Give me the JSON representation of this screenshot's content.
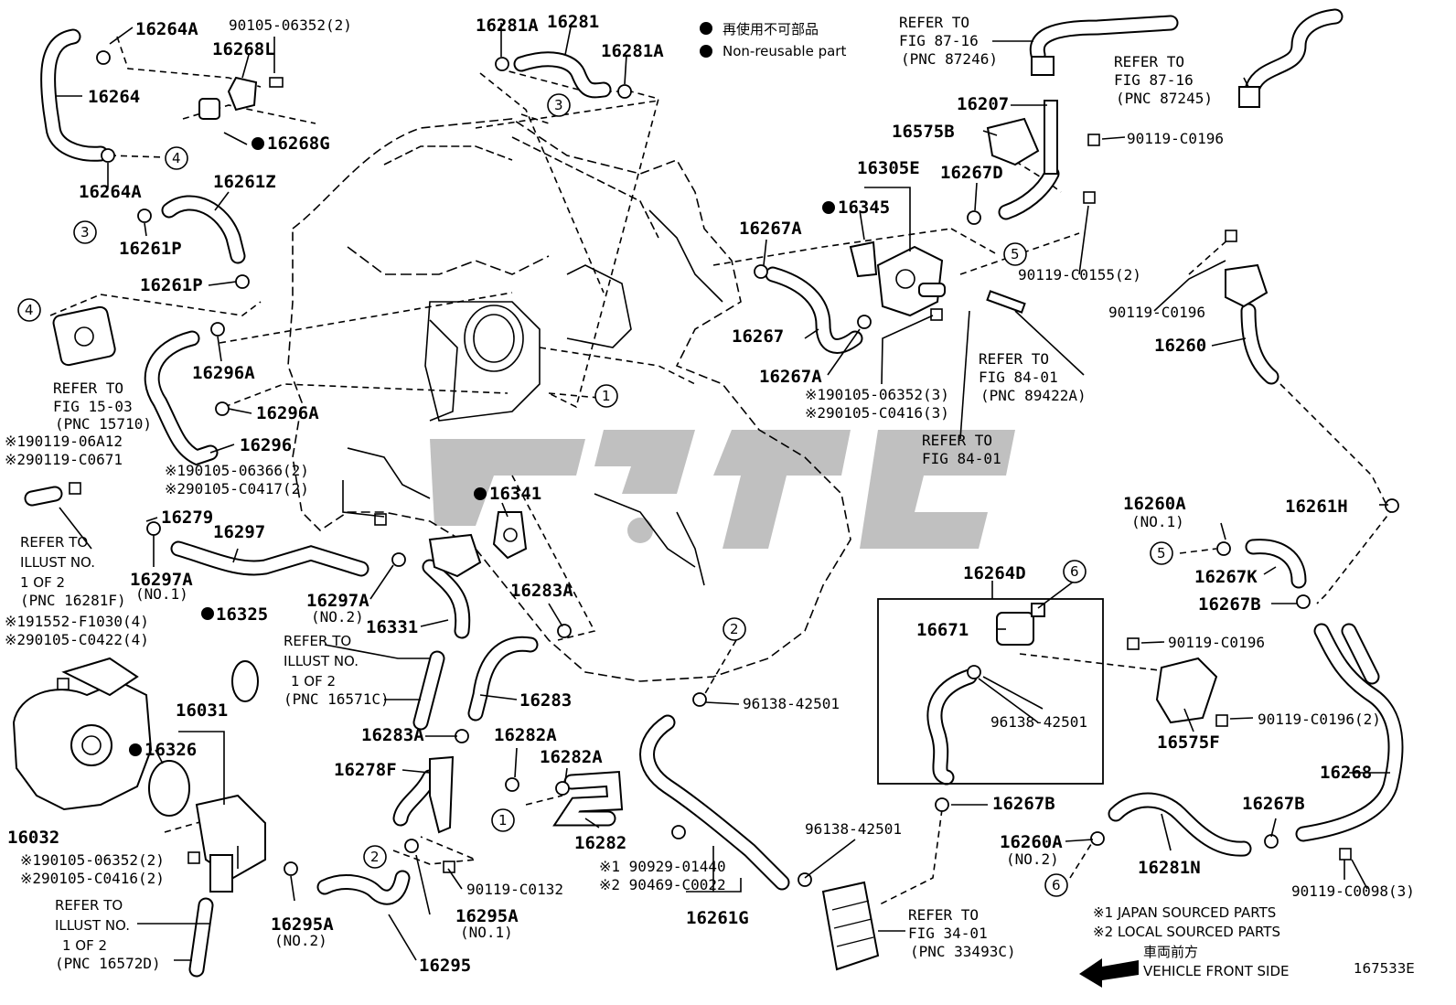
{
  "legend": {
    "non_reusable_jp": "再使用不可部品",
    "non_reusable_en": "Non-reusable part",
    "note1": "※1 JAPAN SOURCED PARTS",
    "note2": "※2 LOCAL SOURCED PARTS",
    "front_jp": "車両前方",
    "front_en": "VEHICLE FRONT SIDE",
    "figure_id": "167533E"
  },
  "watermark": {
    "color": "#8c8c8c"
  },
  "labels": {
    "l16264A_top": "16264A",
    "l90105_06352_2": "90105-06352(2)",
    "l16268L": "16268L",
    "l16264": "16264",
    "l16268G": "16268G",
    "l16264A_bot": "16264A",
    "l16261Z": "16261Z",
    "l16261P_a": "16261P",
    "l16261P_b": "16261P",
    "l16296A_a": "16296A",
    "l16296A_b": "16296A",
    "l16296": "16296",
    "l16279": "16279",
    "l16297": "16297",
    "l16297A_1": "16297A",
    "l16297A_1_sub": "(NO.1)",
    "l16297A_2": "16297A",
    "l16297A_2_sub": "(NO.2)",
    "l16325": "16325",
    "l16331": "16331",
    "l16341": "16341",
    "l16283A_a": "16283A",
    "l16283": "16283",
    "l16283A_b": "16283A",
    "l16282A_a": "16282A",
    "l16282A_b": "16282A",
    "l16278F": "16278F",
    "l16282": "16282",
    "l16031": "16031",
    "l16326": "16326",
    "l16032": "16032",
    "l16295A_2": "16295A",
    "l16295A_2_sub": "(NO.2)",
    "l16295A_1": "16295A",
    "l16295A_1_sub": "(NO.1)",
    "l16295": "16295",
    "l90119_C0132": "90119-C0132",
    "l16281A_a": "16281A",
    "l16281": "16281",
    "l16281A_b": "16281A",
    "l16267A_a": "16267A",
    "l16267": "16267",
    "l16267A_b": "16267A",
    "l16345": "16345",
    "l16305E": "16305E",
    "l16267D": "16267D",
    "l16207": "16207",
    "l16575B": "16575B",
    "l90119_C0196_a": "90119-C0196",
    "l90119_C0155": "90119-C0155(2)",
    "l90119_C0196_b": "90119-C0196",
    "l16260": "16260",
    "l16261H": "16261H",
    "l16260A_1": "16260A",
    "l16260A_1_sub": "(NO.1)",
    "l16267K": "16267K",
    "l16267B_a": "16267B",
    "l16264D": "16264D",
    "l16671": "16671",
    "l96138_inbox": "96138-42501",
    "l90119_C0196_c": "90119-C0196",
    "l90119_C0196_2": "90119-C0196(2)",
    "l16575F": "16575F",
    "l16268": "16268",
    "l16267B_b": "16267B",
    "l16267B_c": "16267B",
    "l16260A_2": "16260A",
    "l16260A_2_sub": "(NO.2)",
    "l16281N": "16281N",
    "l90119_C0098": "90119-C0098(3)",
    "l96138_a": "96138-42501",
    "l96138_b": "96138-42501",
    "l16261G": "16261G",
    "l90929": "※1 90929-01440",
    "l90469": "※2 90469-C0022"
  },
  "notes": {
    "refer_87_16_a": [
      "REFER TO",
      "FIG 87-16",
      "(PNC 87246)"
    ],
    "refer_87_16_b": [
      "REFER TO",
      "FIG 87-16",
      "(PNC 87245)"
    ],
    "refer_84_01_a": [
      "REFER TO",
      "FIG 84-01",
      "(PNC 89422A)"
    ],
    "refer_84_01_b": [
      "REFER TO",
      "FIG 84-01"
    ],
    "refer_15_03": [
      "REFER TO",
      "FIG 15-03",
      "(PNC 15710)"
    ],
    "refer_illust_16281F": [
      "REFER TO",
      "ILLUST NO.",
      "1 OF 2",
      "(PNC 16281F)"
    ],
    "refer_illust_16571C": [
      "REFER TO",
      "ILLUST NO.",
      "1 OF 2",
      "(PNC 16571C)"
    ],
    "refer_illust_16572D": [
      "REFER TO",
      "ILLUST NO.",
      "1 OF 2",
      "(PNC 16572D)"
    ],
    "refer_34_01": [
      "REFER TO",
      "FIG 34-01",
      "(PNC 33493C)"
    ],
    "pair_19105_06352_3": [
      "※190105-06352(3)",
      "※290105-C0416(3)"
    ],
    "pair_19105_06366": [
      "※190105-06366(2)",
      "※290105-C0417(2)"
    ],
    "pair_190119": [
      "※190119-06A12",
      "※290119-C0671"
    ],
    "pair_191552": [
      "※191552-F1030(4)",
      "※290105-C0422(4)"
    ],
    "pair_19105_06352_2": [
      "※190105-06352(2)",
      "※290105-C0416(2)"
    ]
  },
  "circles": [
    "1",
    "2",
    "3",
    "4",
    "5",
    "6"
  ]
}
